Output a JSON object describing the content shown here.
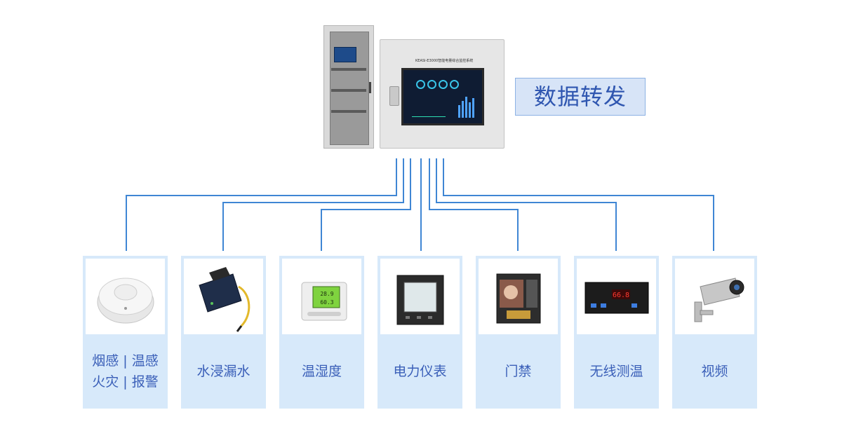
{
  "forward_label": "数据转发",
  "panel_nameplate": "KEASI-E3000智能电量综合监控系统",
  "devices": [
    {
      "label_line1": "烟感 | 温感",
      "label_line2": "火灾 | 报警",
      "icon": "smoke-detector-icon"
    },
    {
      "label_line1": "水浸漏水",
      "label_line2": "",
      "icon": "water-leak-sensor-icon"
    },
    {
      "label_line1": "温湿度",
      "label_line2": "",
      "icon": "temperature-humidity-meter-icon",
      "readout1": "28.9",
      "readout2": "60.3"
    },
    {
      "label_line1": "电力仪表",
      "label_line2": "",
      "icon": "power-meter-icon"
    },
    {
      "label_line1": "门禁",
      "label_line2": "",
      "icon": "access-control-icon"
    },
    {
      "label_line1": "无线测温",
      "label_line2": "",
      "icon": "wireless-temperature-controller-icon",
      "readout1": "66.8"
    },
    {
      "label_line1": "视频",
      "label_line2": "",
      "icon": "security-camera-icon"
    }
  ],
  "colors": {
    "line": "#3f86d4",
    "card_bg": "#d7e9fa",
    "label_text": "#3a5fb8",
    "forward_bg": "#d7e4f7"
  }
}
